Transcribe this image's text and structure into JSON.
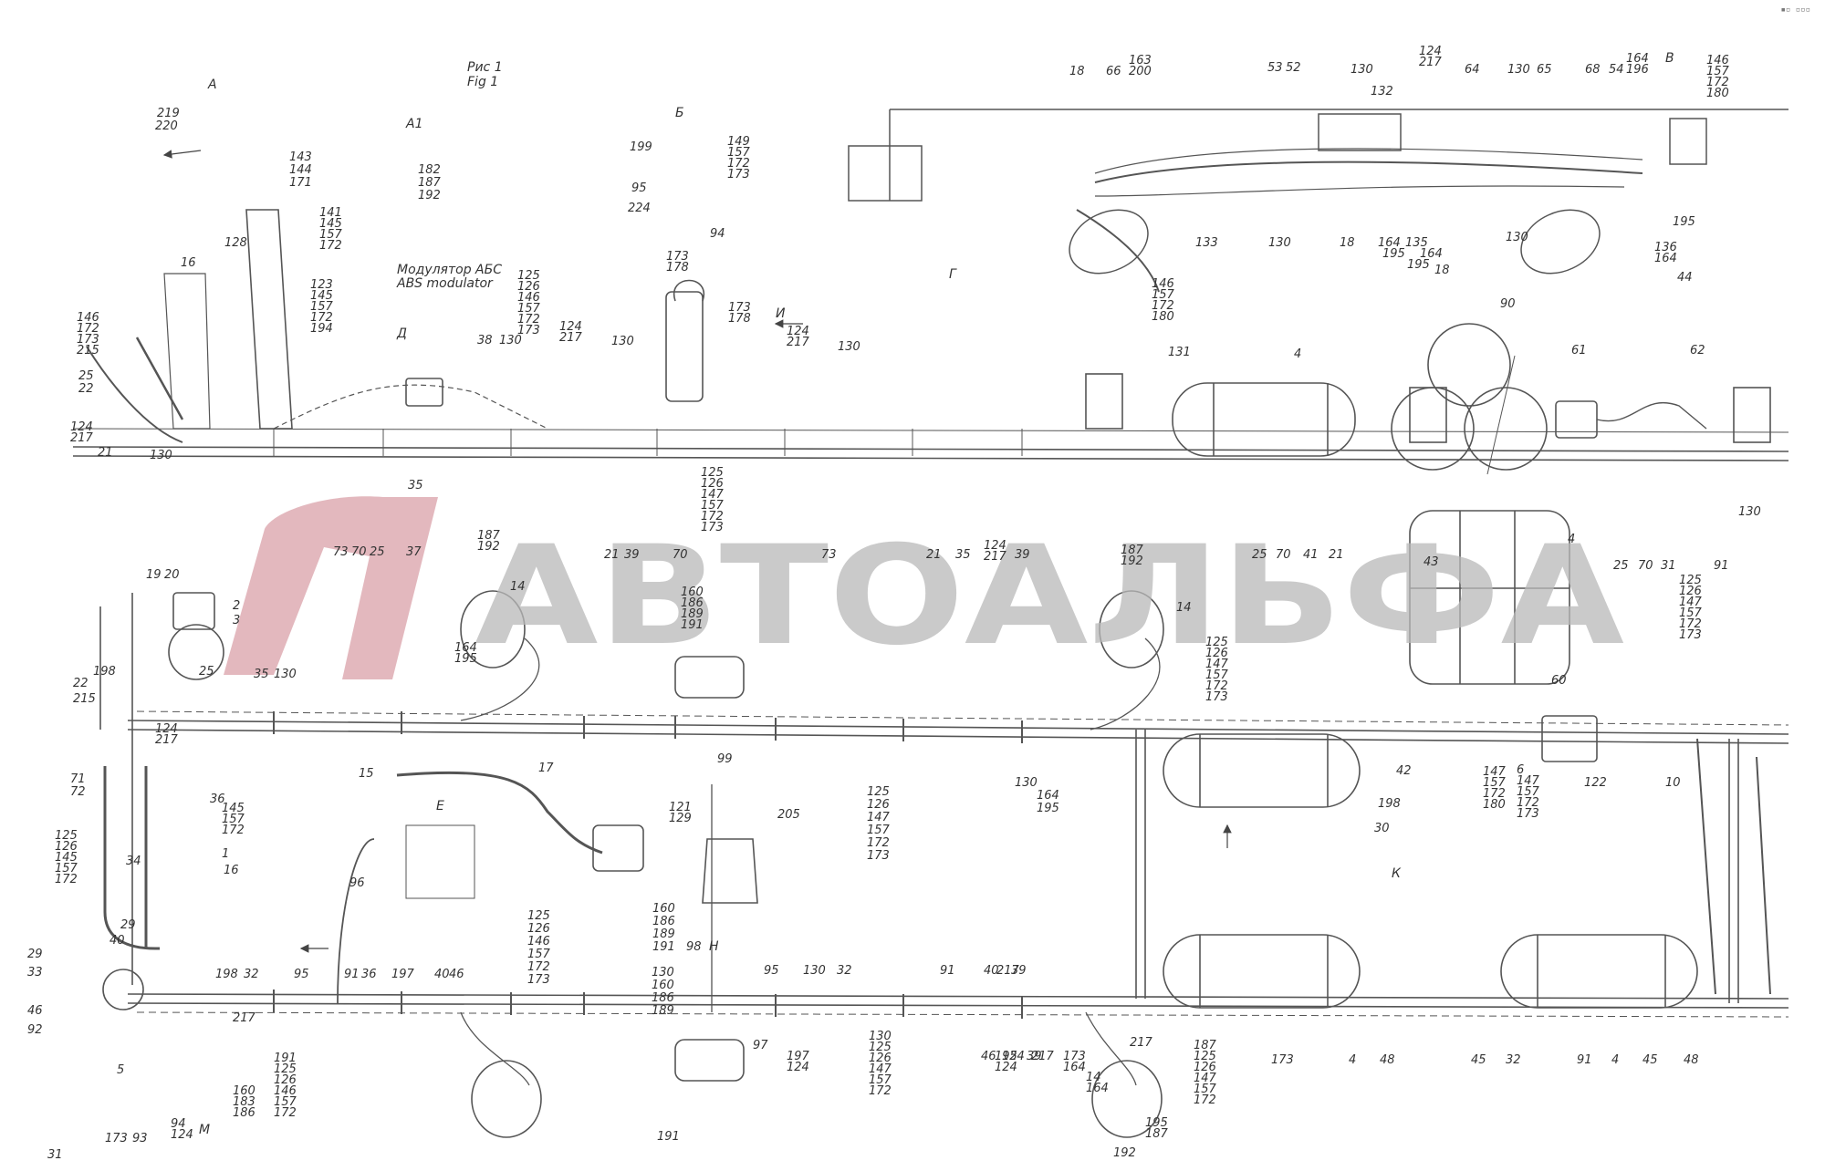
{
  "figure": {
    "caption_ru": "Рис 1",
    "caption_en": "Fig 1"
  },
  "watermark": {
    "text": "АВТОАЛЬФА",
    "logo_color": "#d9a0a8",
    "text_color": "#a9a9a9"
  },
  "views": {
    "view_a": "А",
    "view_a1": "А1",
    "view_b": "Б",
    "view_v": "В",
    "view_g": "Г",
    "view_d": "Д",
    "view_e": "Е",
    "view_i": "И",
    "view_k": "К",
    "view_m": "М",
    "view_n": "Н"
  },
  "modulator": {
    "label_ru": "Модулятор АБС",
    "label_en": "ABS modulator"
  },
  "corner_mark": "▪▫ ▫▫▫",
  "callouts": [
    {
      "t": "219"
    },
    {
      "t": "220"
    },
    {
      "t": "143"
    },
    {
      "t": "144"
    },
    {
      "t": "171"
    },
    {
      "t": "182"
    },
    {
      "t": "187"
    },
    {
      "t": "192"
    },
    {
      "t": "199"
    },
    {
      "t": "149"
    },
    {
      "t": "157"
    },
    {
      "t": "172"
    },
    {
      "t": "173"
    },
    {
      "t": "95"
    },
    {
      "t": "224"
    },
    {
      "t": "94"
    },
    {
      "t": "141"
    },
    {
      "t": "145"
    },
    {
      "t": "157"
    },
    {
      "t": "172"
    },
    {
      "t": "128"
    },
    {
      "t": "16"
    },
    {
      "t": "123"
    },
    {
      "t": "145"
    },
    {
      "t": "157"
    },
    {
      "t": "172"
    },
    {
      "t": "194"
    },
    {
      "t": "125"
    },
    {
      "t": "126"
    },
    {
      "t": "146"
    },
    {
      "t": "157"
    },
    {
      "t": "172"
    },
    {
      "t": "173"
    },
    {
      "t": "38"
    },
    {
      "t": "130"
    },
    {
      "t": "124"
    },
    {
      "t": "217"
    },
    {
      "t": "130"
    },
    {
      "t": "173"
    },
    {
      "t": "178"
    },
    {
      "t": "173"
    },
    {
      "t": "178"
    },
    {
      "t": "124"
    },
    {
      "t": "217"
    },
    {
      "t": "130"
    },
    {
      "t": "146"
    },
    {
      "t": "172"
    },
    {
      "t": "173"
    },
    {
      "t": "215"
    },
    {
      "t": "25"
    },
    {
      "t": "22"
    },
    {
      "t": "124"
    },
    {
      "t": "217"
    },
    {
      "t": "21"
    },
    {
      "t": "130"
    },
    {
      "t": "125"
    },
    {
      "t": "126"
    },
    {
      "t": "147"
    },
    {
      "t": "157"
    },
    {
      "t": "172"
    },
    {
      "t": "173"
    },
    {
      "t": "35"
    },
    {
      "t": "73"
    },
    {
      "t": "70"
    },
    {
      "t": "25"
    },
    {
      "t": "37"
    },
    {
      "t": "21"
    },
    {
      "t": "39"
    },
    {
      "t": "70"
    },
    {
      "t": "73"
    },
    {
      "t": "21"
    },
    {
      "t": "35"
    },
    {
      "t": "124"
    },
    {
      "t": "217"
    },
    {
      "t": "39"
    },
    {
      "t": "18"
    },
    {
      "t": "66"
    },
    {
      "t": "163"
    },
    {
      "t": "200"
    },
    {
      "t": "53"
    },
    {
      "t": "52"
    },
    {
      "t": "130"
    },
    {
      "t": "132"
    },
    {
      "t": "124"
    },
    {
      "t": "217"
    },
    {
      "t": "64"
    },
    {
      "t": "130"
    },
    {
      "t": "65"
    },
    {
      "t": "68"
    },
    {
      "t": "54"
    },
    {
      "t": "164"
    },
    {
      "t": "196"
    },
    {
      "t": "146"
    },
    {
      "t": "157"
    },
    {
      "t": "172"
    },
    {
      "t": "180"
    },
    {
      "t": "133"
    },
    {
      "t": "130"
    },
    {
      "t": "18"
    },
    {
      "t": "164"
    },
    {
      "t": "195"
    },
    {
      "t": "135"
    },
    {
      "t": "164"
    },
    {
      "t": "195"
    },
    {
      "t": "18"
    },
    {
      "t": "130"
    },
    {
      "t": "136"
    },
    {
      "t": "164"
    },
    {
      "t": "195"
    },
    {
      "t": "44"
    },
    {
      "t": "146"
    },
    {
      "t": "157"
    },
    {
      "t": "172"
    },
    {
      "t": "180"
    },
    {
      "t": "131"
    },
    {
      "t": "4"
    },
    {
      "t": "90"
    },
    {
      "t": "61"
    },
    {
      "t": "62"
    },
    {
      "t": "130"
    },
    {
      "t": "25"
    },
    {
      "t": "70"
    },
    {
      "t": "41"
    },
    {
      "t": "21"
    },
    {
      "t": "43"
    },
    {
      "t": "4"
    },
    {
      "t": "25"
    },
    {
      "t": "70"
    },
    {
      "t": "31"
    },
    {
      "t": "91"
    },
    {
      "t": "125"
    },
    {
      "t": "126"
    },
    {
      "t": "147"
    },
    {
      "t": "157"
    },
    {
      "t": "172"
    },
    {
      "t": "173"
    },
    {
      "t": "19"
    },
    {
      "t": "20"
    },
    {
      "t": "2"
    },
    {
      "t": "3"
    },
    {
      "t": "198"
    },
    {
      "t": "25"
    },
    {
      "t": "22"
    },
    {
      "t": "215"
    },
    {
      "t": "35"
    },
    {
      "t": "130"
    },
    {
      "t": "187"
    },
    {
      "t": "192"
    },
    {
      "t": "14"
    },
    {
      "t": "160"
    },
    {
      "t": "186"
    },
    {
      "t": "189"
    },
    {
      "t": "191"
    },
    {
      "t": "187"
    },
    {
      "t": "192"
    },
    {
      "t": "14"
    },
    {
      "t": "164"
    },
    {
      "t": "195"
    },
    {
      "t": "125"
    },
    {
      "t": "126"
    },
    {
      "t": "147"
    },
    {
      "t": "157"
    },
    {
      "t": "172"
    },
    {
      "t": "173"
    },
    {
      "t": "124"
    },
    {
      "t": "217"
    },
    {
      "t": "71"
    },
    {
      "t": "72"
    },
    {
      "t": "15"
    },
    {
      "t": "17"
    },
    {
      "t": "36"
    },
    {
      "t": "145"
    },
    {
      "t": "157"
    },
    {
      "t": "172"
    },
    {
      "t": "1"
    },
    {
      "t": "125"
    },
    {
      "t": "126"
    },
    {
      "t": "145"
    },
    {
      "t": "157"
    },
    {
      "t": "172"
    },
    {
      "t": "34"
    },
    {
      "t": "16"
    },
    {
      "t": "99"
    },
    {
      "t": "121"
    },
    {
      "t": "129"
    },
    {
      "t": "205"
    },
    {
      "t": "96"
    },
    {
      "t": "125"
    },
    {
      "t": "126"
    },
    {
      "t": "147"
    },
    {
      "t": "157"
    },
    {
      "t": "172"
    },
    {
      "t": "173"
    },
    {
      "t": "130"
    },
    {
      "t": "164"
    },
    {
      "t": "195"
    },
    {
      "t": "42"
    },
    {
      "t": "198"
    },
    {
      "t": "30"
    },
    {
      "t": "147"
    },
    {
      "t": "157"
    },
    {
      "t": "172"
    },
    {
      "t": "180"
    },
    {
      "t": "6"
    },
    {
      "t": "147"
    },
    {
      "t": "157"
    },
    {
      "t": "172"
    },
    {
      "t": "173"
    },
    {
      "t": "60"
    },
    {
      "t": "122"
    },
    {
      "t": "10"
    },
    {
      "t": "29"
    },
    {
      "t": "40"
    },
    {
      "t": "33"
    },
    {
      "t": "46"
    },
    {
      "t": "92"
    },
    {
      "t": "5"
    },
    {
      "t": "29"
    },
    {
      "t": "198"
    },
    {
      "t": "32"
    },
    {
      "t": "95"
    },
    {
      "t": "91"
    },
    {
      "t": "36"
    },
    {
      "t": "197"
    },
    {
      "t": "40"
    },
    {
      "t": "46"
    },
    {
      "t": "125"
    },
    {
      "t": "126"
    },
    {
      "t": "146"
    },
    {
      "t": "157"
    },
    {
      "t": "172"
    },
    {
      "t": "173"
    },
    {
      "t": "160"
    },
    {
      "t": "186"
    },
    {
      "t": "189"
    },
    {
      "t": "191"
    },
    {
      "t": "98"
    },
    {
      "t": "95"
    },
    {
      "t": "130"
    },
    {
      "t": "32"
    },
    {
      "t": "91"
    },
    {
      "t": "40"
    },
    {
      "t": "39"
    },
    {
      "t": "46"
    },
    {
      "t": "124"
    },
    {
      "t": "217"
    },
    {
      "t": "130"
    },
    {
      "t": "125"
    },
    {
      "t": "126"
    },
    {
      "t": "147"
    },
    {
      "t": "157"
    },
    {
      "t": "172"
    },
    {
      "t": "173"
    },
    {
      "t": "164"
    },
    {
      "t": "195"
    },
    {
      "t": "124"
    },
    {
      "t": "217"
    },
    {
      "t": "39"
    },
    {
      "t": "130"
    },
    {
      "t": "160"
    },
    {
      "t": "186"
    },
    {
      "t": "189"
    },
    {
      "t": "191"
    },
    {
      "t": "125"
    },
    {
      "t": "126"
    },
    {
      "t": "146"
    },
    {
      "t": "157"
    },
    {
      "t": "172"
    },
    {
      "t": "173"
    },
    {
      "t": "93"
    },
    {
      "t": "94"
    },
    {
      "t": "124"
    },
    {
      "t": "217"
    },
    {
      "t": "160"
    },
    {
      "t": "183"
    },
    {
      "t": "186"
    },
    {
      "t": "191"
    },
    {
      "t": "97"
    },
    {
      "t": "197"
    },
    {
      "t": "124"
    },
    {
      "t": "217"
    },
    {
      "t": "14"
    },
    {
      "t": "164"
    },
    {
      "t": "195"
    },
    {
      "t": "187"
    },
    {
      "t": "192"
    },
    {
      "t": "187"
    },
    {
      "t": "125"
    },
    {
      "t": "126"
    },
    {
      "t": "147"
    },
    {
      "t": "157"
    },
    {
      "t": "172"
    },
    {
      "t": "173"
    },
    {
      "t": "4"
    },
    {
      "t": "48"
    },
    {
      "t": "45"
    },
    {
      "t": "32"
    },
    {
      "t": "91"
    },
    {
      "t": "4"
    },
    {
      "t": "45"
    },
    {
      "t": "48"
    },
    {
      "t": "31"
    }
  ]
}
